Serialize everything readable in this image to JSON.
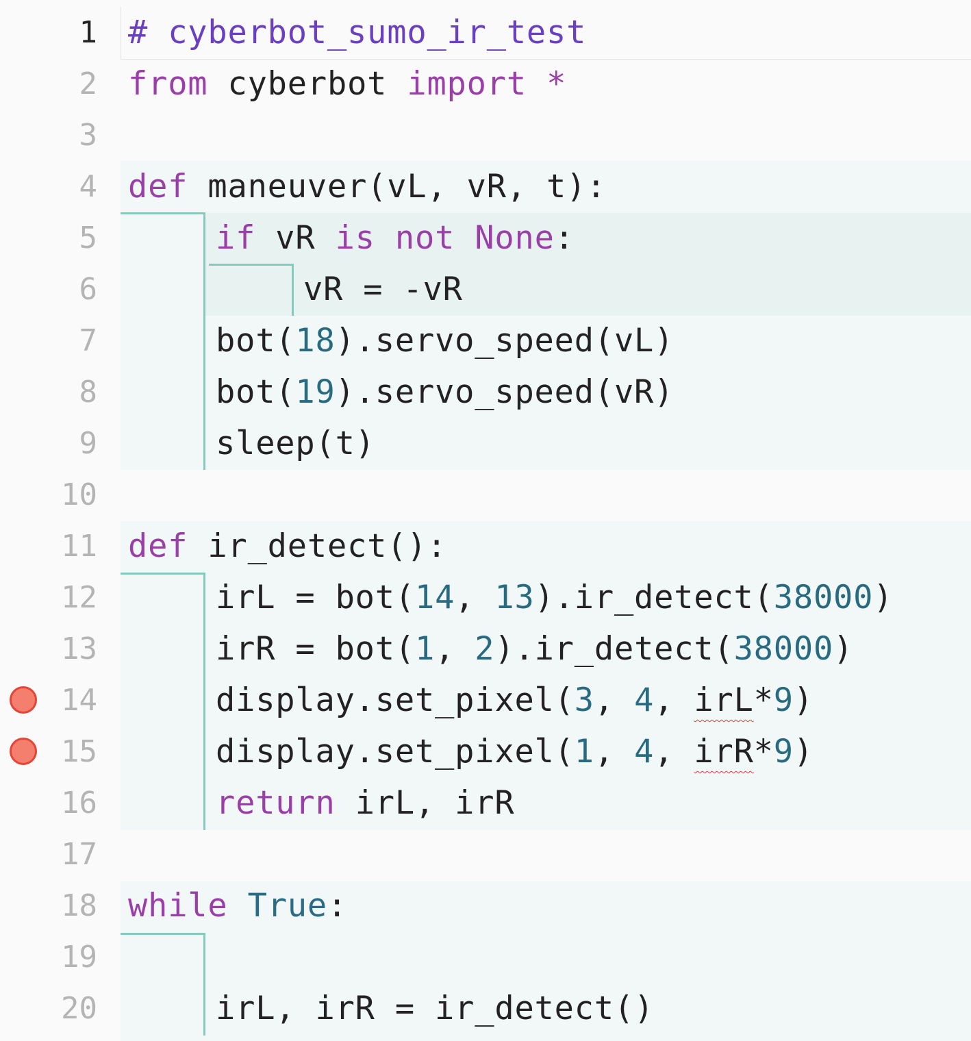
{
  "editor": {
    "current_line": 1,
    "lines": [
      {
        "number": "1",
        "tokens": [
          {
            "t": "# cyberbot_sumo_ir_test",
            "c": "cm"
          }
        ]
      },
      {
        "number": "2",
        "tokens": [
          {
            "t": "from",
            "c": "kw"
          },
          {
            "t": " cyberbot "
          },
          {
            "t": "import",
            "c": "kw"
          },
          {
            "t": " "
          },
          {
            "t": "*",
            "c": "kw"
          }
        ]
      },
      {
        "number": "3",
        "tokens": []
      },
      {
        "number": "4",
        "tokens": [
          {
            "t": "def",
            "c": "kw"
          },
          {
            "t": " maneuver(vL, vR, t):"
          }
        ]
      },
      {
        "number": "5",
        "tokens": [
          {
            "t": "if",
            "c": "kw"
          },
          {
            "t": " vR "
          },
          {
            "t": "is",
            "c": "kw"
          },
          {
            "t": " "
          },
          {
            "t": "not",
            "c": "kw"
          },
          {
            "t": " "
          },
          {
            "t": "None",
            "c": "kw"
          },
          {
            "t": ":"
          }
        ]
      },
      {
        "number": "6",
        "tokens": [
          {
            "t": "vR = -vR"
          }
        ]
      },
      {
        "number": "7",
        "tokens": [
          {
            "t": "bot("
          },
          {
            "t": "18",
            "c": "num"
          },
          {
            "t": ").servo_speed(vL)"
          }
        ]
      },
      {
        "number": "8",
        "tokens": [
          {
            "t": "bot("
          },
          {
            "t": "19",
            "c": "num"
          },
          {
            "t": ").servo_speed(vR)"
          }
        ]
      },
      {
        "number": "9",
        "tokens": [
          {
            "t": "sleep(t)"
          }
        ]
      },
      {
        "number": "10",
        "tokens": []
      },
      {
        "number": "11",
        "tokens": [
          {
            "t": "def",
            "c": "kw"
          },
          {
            "t": " ir_detect():"
          }
        ]
      },
      {
        "number": "12",
        "tokens": [
          {
            "t": "irL = bot("
          },
          {
            "t": "14",
            "c": "num"
          },
          {
            "t": ", "
          },
          {
            "t": "13",
            "c": "num"
          },
          {
            "t": ").ir_detect("
          },
          {
            "t": "38000",
            "c": "num"
          },
          {
            "t": ")"
          }
        ]
      },
      {
        "number": "13",
        "tokens": [
          {
            "t": "irR = bot("
          },
          {
            "t": "1",
            "c": "num"
          },
          {
            "t": ", "
          },
          {
            "t": "2",
            "c": "num"
          },
          {
            "t": ").ir_detect("
          },
          {
            "t": "38000",
            "c": "num"
          },
          {
            "t": ")"
          }
        ]
      },
      {
        "number": "14",
        "breakpoint": true,
        "tokens": [
          {
            "t": "display.set_pixel("
          },
          {
            "t": "3",
            "c": "num"
          },
          {
            "t": ", "
          },
          {
            "t": "4",
            "c": "num"
          },
          {
            "t": ", "
          },
          {
            "t": "irL",
            "c": "squig"
          },
          {
            "t": "*"
          },
          {
            "t": "9",
            "c": "num"
          },
          {
            "t": ")"
          }
        ]
      },
      {
        "number": "15",
        "breakpoint": true,
        "tokens": [
          {
            "t": "display.set_pixel("
          },
          {
            "t": "1",
            "c": "num"
          },
          {
            "t": ", "
          },
          {
            "t": "4",
            "c": "num"
          },
          {
            "t": ", "
          },
          {
            "t": "irR",
            "c": "squig"
          },
          {
            "t": "*"
          },
          {
            "t": "9",
            "c": "num"
          },
          {
            "t": ")"
          }
        ]
      },
      {
        "number": "16",
        "tokens": [
          {
            "t": "return",
            "c": "kw"
          },
          {
            "t": " irL, irR"
          }
        ]
      },
      {
        "number": "17",
        "tokens": []
      },
      {
        "number": "18",
        "tokens": [
          {
            "t": "while",
            "c": "kw"
          },
          {
            "t": " "
          },
          {
            "t": "True",
            "c": "cst"
          },
          {
            "t": ":"
          }
        ]
      },
      {
        "number": "19",
        "tokens": []
      },
      {
        "number": "20",
        "tokens": [
          {
            "t": "irL, irR = ir_detect()"
          }
        ]
      }
    ]
  }
}
